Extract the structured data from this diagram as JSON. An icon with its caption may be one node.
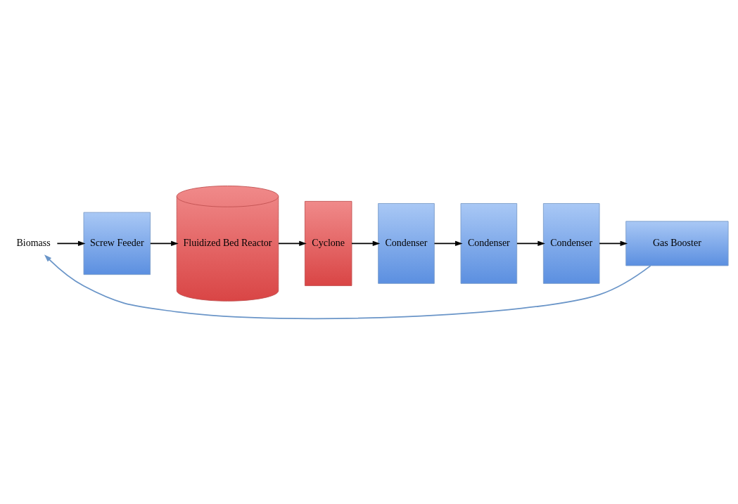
{
  "diagram": {
    "nodes": [
      {
        "text": [
          "Biomass"
        ]
      },
      {
        "text": [
          "Screw Feeder"
        ]
      },
      {
        "text": [
          "Fluidized Bed Reactor"
        ]
      },
      {
        "text": [
          "Cyclone"
        ]
      },
      {
        "text": [
          "Condenser"
        ]
      },
      {
        "text": [
          "Condenser"
        ]
      },
      {
        "text": [
          "Condenser"
        ]
      },
      {
        "text": [
          "Gas Booster"
        ]
      }
    ],
    "edges": [
      {
        "from": 0,
        "to": 1,
        "arrow": "to"
      },
      {
        "from": 1,
        "to": 2,
        "arrow": "to"
      },
      {
        "from": 2,
        "to": 3,
        "arrow": "to"
      },
      {
        "from": 3,
        "to": 4,
        "arrow": "to"
      },
      {
        "from": 4,
        "to": 5,
        "arrow": "to"
      },
      {
        "from": 5,
        "to": 6,
        "arrow": "to"
      },
      {
        "from": 6,
        "to": 7,
        "arrow": "to"
      },
      {
        "from": 7,
        "to": 0,
        "arrow": "to",
        "color": "#6a95c8"
      }
    ]
  }
}
